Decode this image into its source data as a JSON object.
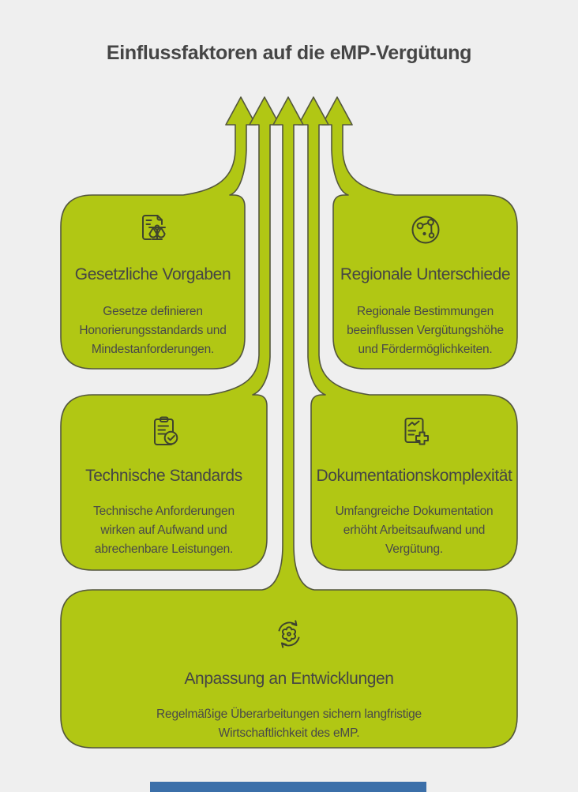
{
  "title": "Einflussfaktoren auf die eMP-Vergütung",
  "colors": {
    "background": "#efefef",
    "box_green": "#b1c714",
    "outline": "#54573d",
    "text": "#464646",
    "footer_blue": "#3b6fa9"
  },
  "arrows": {
    "count": 5,
    "direction": "up"
  },
  "boxes": [
    {
      "id": "gesetzliche-vorgaben",
      "icon": "document-scales-icon",
      "heading": "Gesetzliche Vorgaben",
      "body": "Gesetze definieren Honorierungsstandards und Mindestanforderungen."
    },
    {
      "id": "regionale-unterschiede",
      "icon": "globe-network-icon",
      "heading": "Regionale Unterschiede",
      "body": "Regionale Bestimmungen beeinflussen Vergütungshöhe und Fördermöglichkeiten."
    },
    {
      "id": "technische-standards",
      "icon": "clipboard-check-icon",
      "heading": "Technische Standards",
      "body": "Technische Anforderungen wirken auf Aufwand und abrechenbare Leistungen."
    },
    {
      "id": "dokumentationskomplexitaet",
      "icon": "document-plus-icon",
      "heading": "Dokumentationskomplexität",
      "body": "Umfangreiche Dokumentation erhöht Arbeitsaufwand und Vergütung."
    },
    {
      "id": "anpassung-an-entwicklungen",
      "icon": "refresh-gear-icon",
      "heading": "Anpassung an Entwicklungen",
      "body": "Regelmäßige Überarbeitungen sichern langfristige Wirtschaftlichkeit des eMP."
    }
  ]
}
